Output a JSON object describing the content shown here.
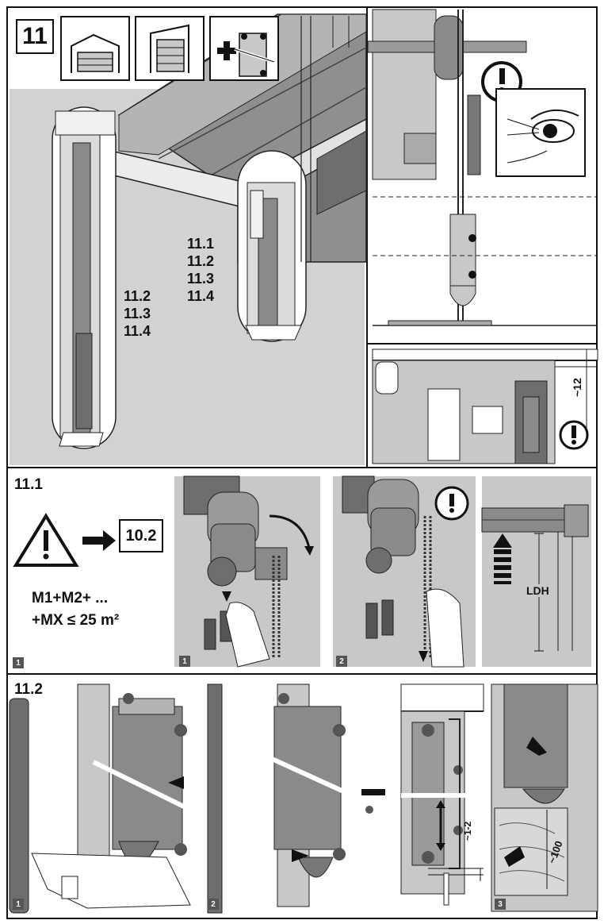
{
  "step_number": "11",
  "main_labels": {
    "right_group": [
      "11.1",
      "11.2",
      "11.3",
      "11.4"
    ],
    "left_group": [
      "11.2",
      "11.3",
      "11.4"
    ]
  },
  "dimension_top_right": "~12",
  "section_1": {
    "title": "11.1",
    "reference_box": "10.2",
    "formula_line1": "M1+M2+ ...",
    "formula_line2": "+MX ≤ 25 m²",
    "panel_numbers": [
      "1",
      "2"
    ],
    "ldh_label": "LDH"
  },
  "section_2": {
    "title": "11.2",
    "panel_numbers": [
      "1",
      "2",
      "3"
    ],
    "dimension_gap": "~1-2",
    "dimension_height": "~100"
  },
  "colors": {
    "panel_gray": "#c8c8c8",
    "dark_gray": "#6e6e6e",
    "outline": "#111111"
  }
}
